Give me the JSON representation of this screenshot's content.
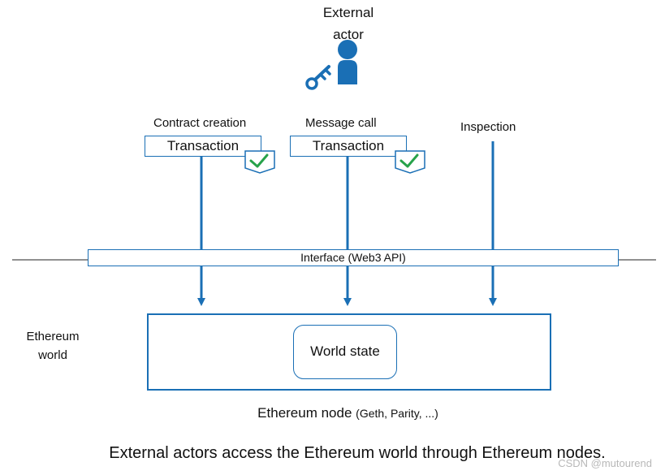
{
  "actor": {
    "label_line1": "External",
    "label_line2": "actor"
  },
  "transactions": [
    {
      "kind": "Contract creation",
      "label": "Transaction"
    },
    {
      "kind": "Message call",
      "label": "Transaction"
    }
  ],
  "inspection": {
    "label": "Inspection"
  },
  "interface": {
    "label": "Interface (Web3 API)"
  },
  "world": {
    "label_line1": "Ethereum",
    "label_line2": "world",
    "state_label": "World state"
  },
  "node": {
    "label": "Ethereum node",
    "clients": "(Geth, Parity, ...)"
  },
  "caption": "External actors access the Ethereum world through Ethereum nodes.",
  "watermark": "CSDN @mutourend",
  "colors": {
    "primary_blue": "#1a6fb5",
    "check_green": "#27a24a",
    "text": "#111111"
  },
  "icons": [
    "person-icon",
    "key-icon",
    "checkmark-badge-icon"
  ]
}
